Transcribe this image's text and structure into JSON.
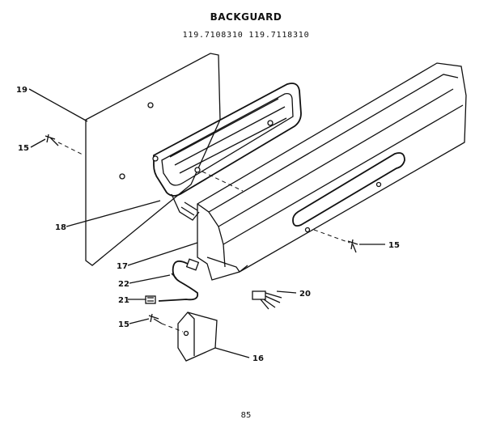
{
  "title": "BACKGUARD",
  "models": "119.7108310 119.7118310",
  "page_number": "85",
  "callouts": {
    "c19": "19",
    "c15a": "15",
    "c18": "18",
    "c17": "17",
    "c22": "22",
    "c21": "21",
    "c15b": "15",
    "c16": "16",
    "c20": "20",
    "c15c": "15"
  }
}
